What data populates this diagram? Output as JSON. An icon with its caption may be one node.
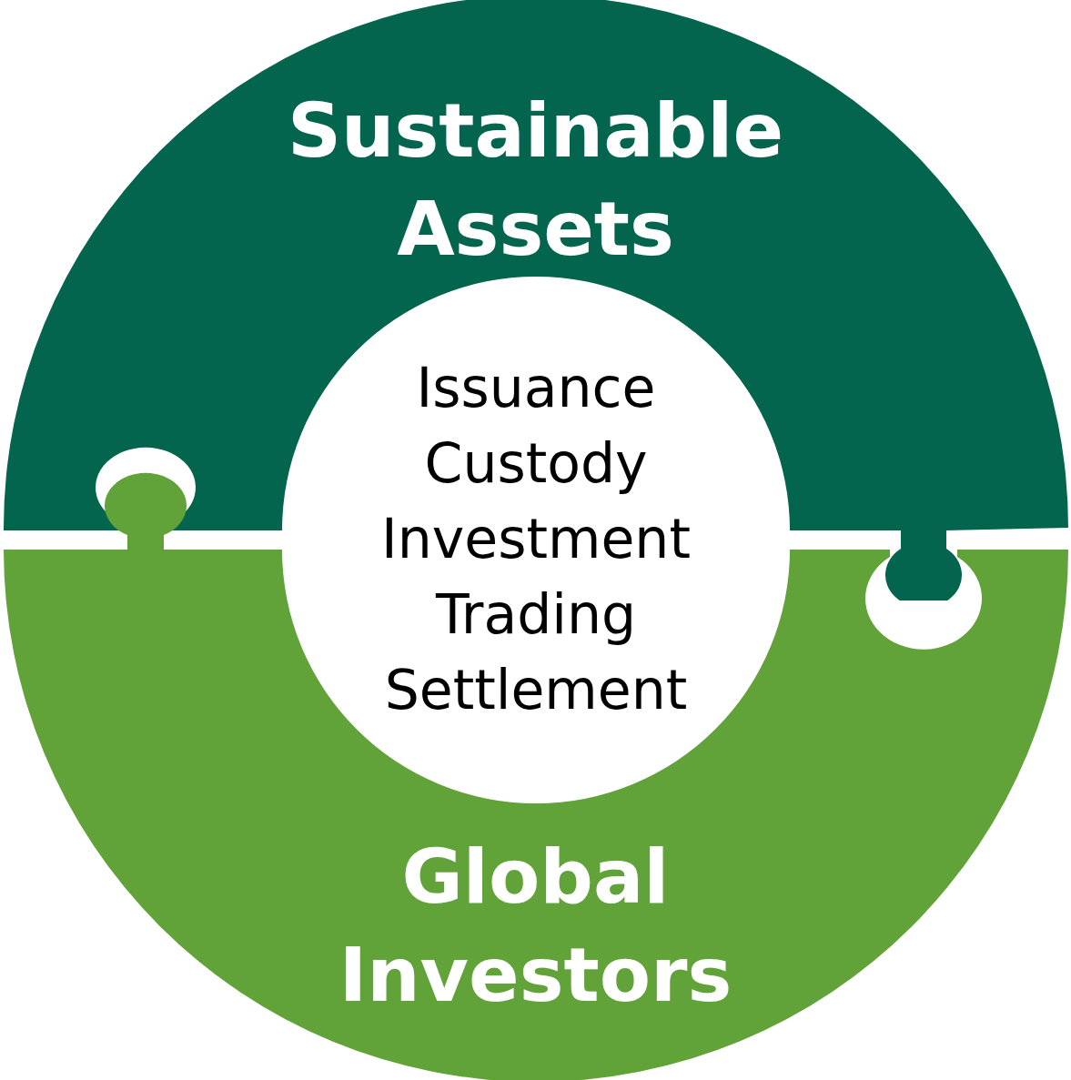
{
  "diagram": {
    "nodes": [
      {
        "text": [
          "Sustainable Assets"
        ]
      },
      {
        "text": [
          "Global Investors"
        ]
      },
      {
        "text": [
          "Issuance",
          "Custody",
          "Investment",
          "Trading",
          "Settlement"
        ]
      }
    ]
  }
}
